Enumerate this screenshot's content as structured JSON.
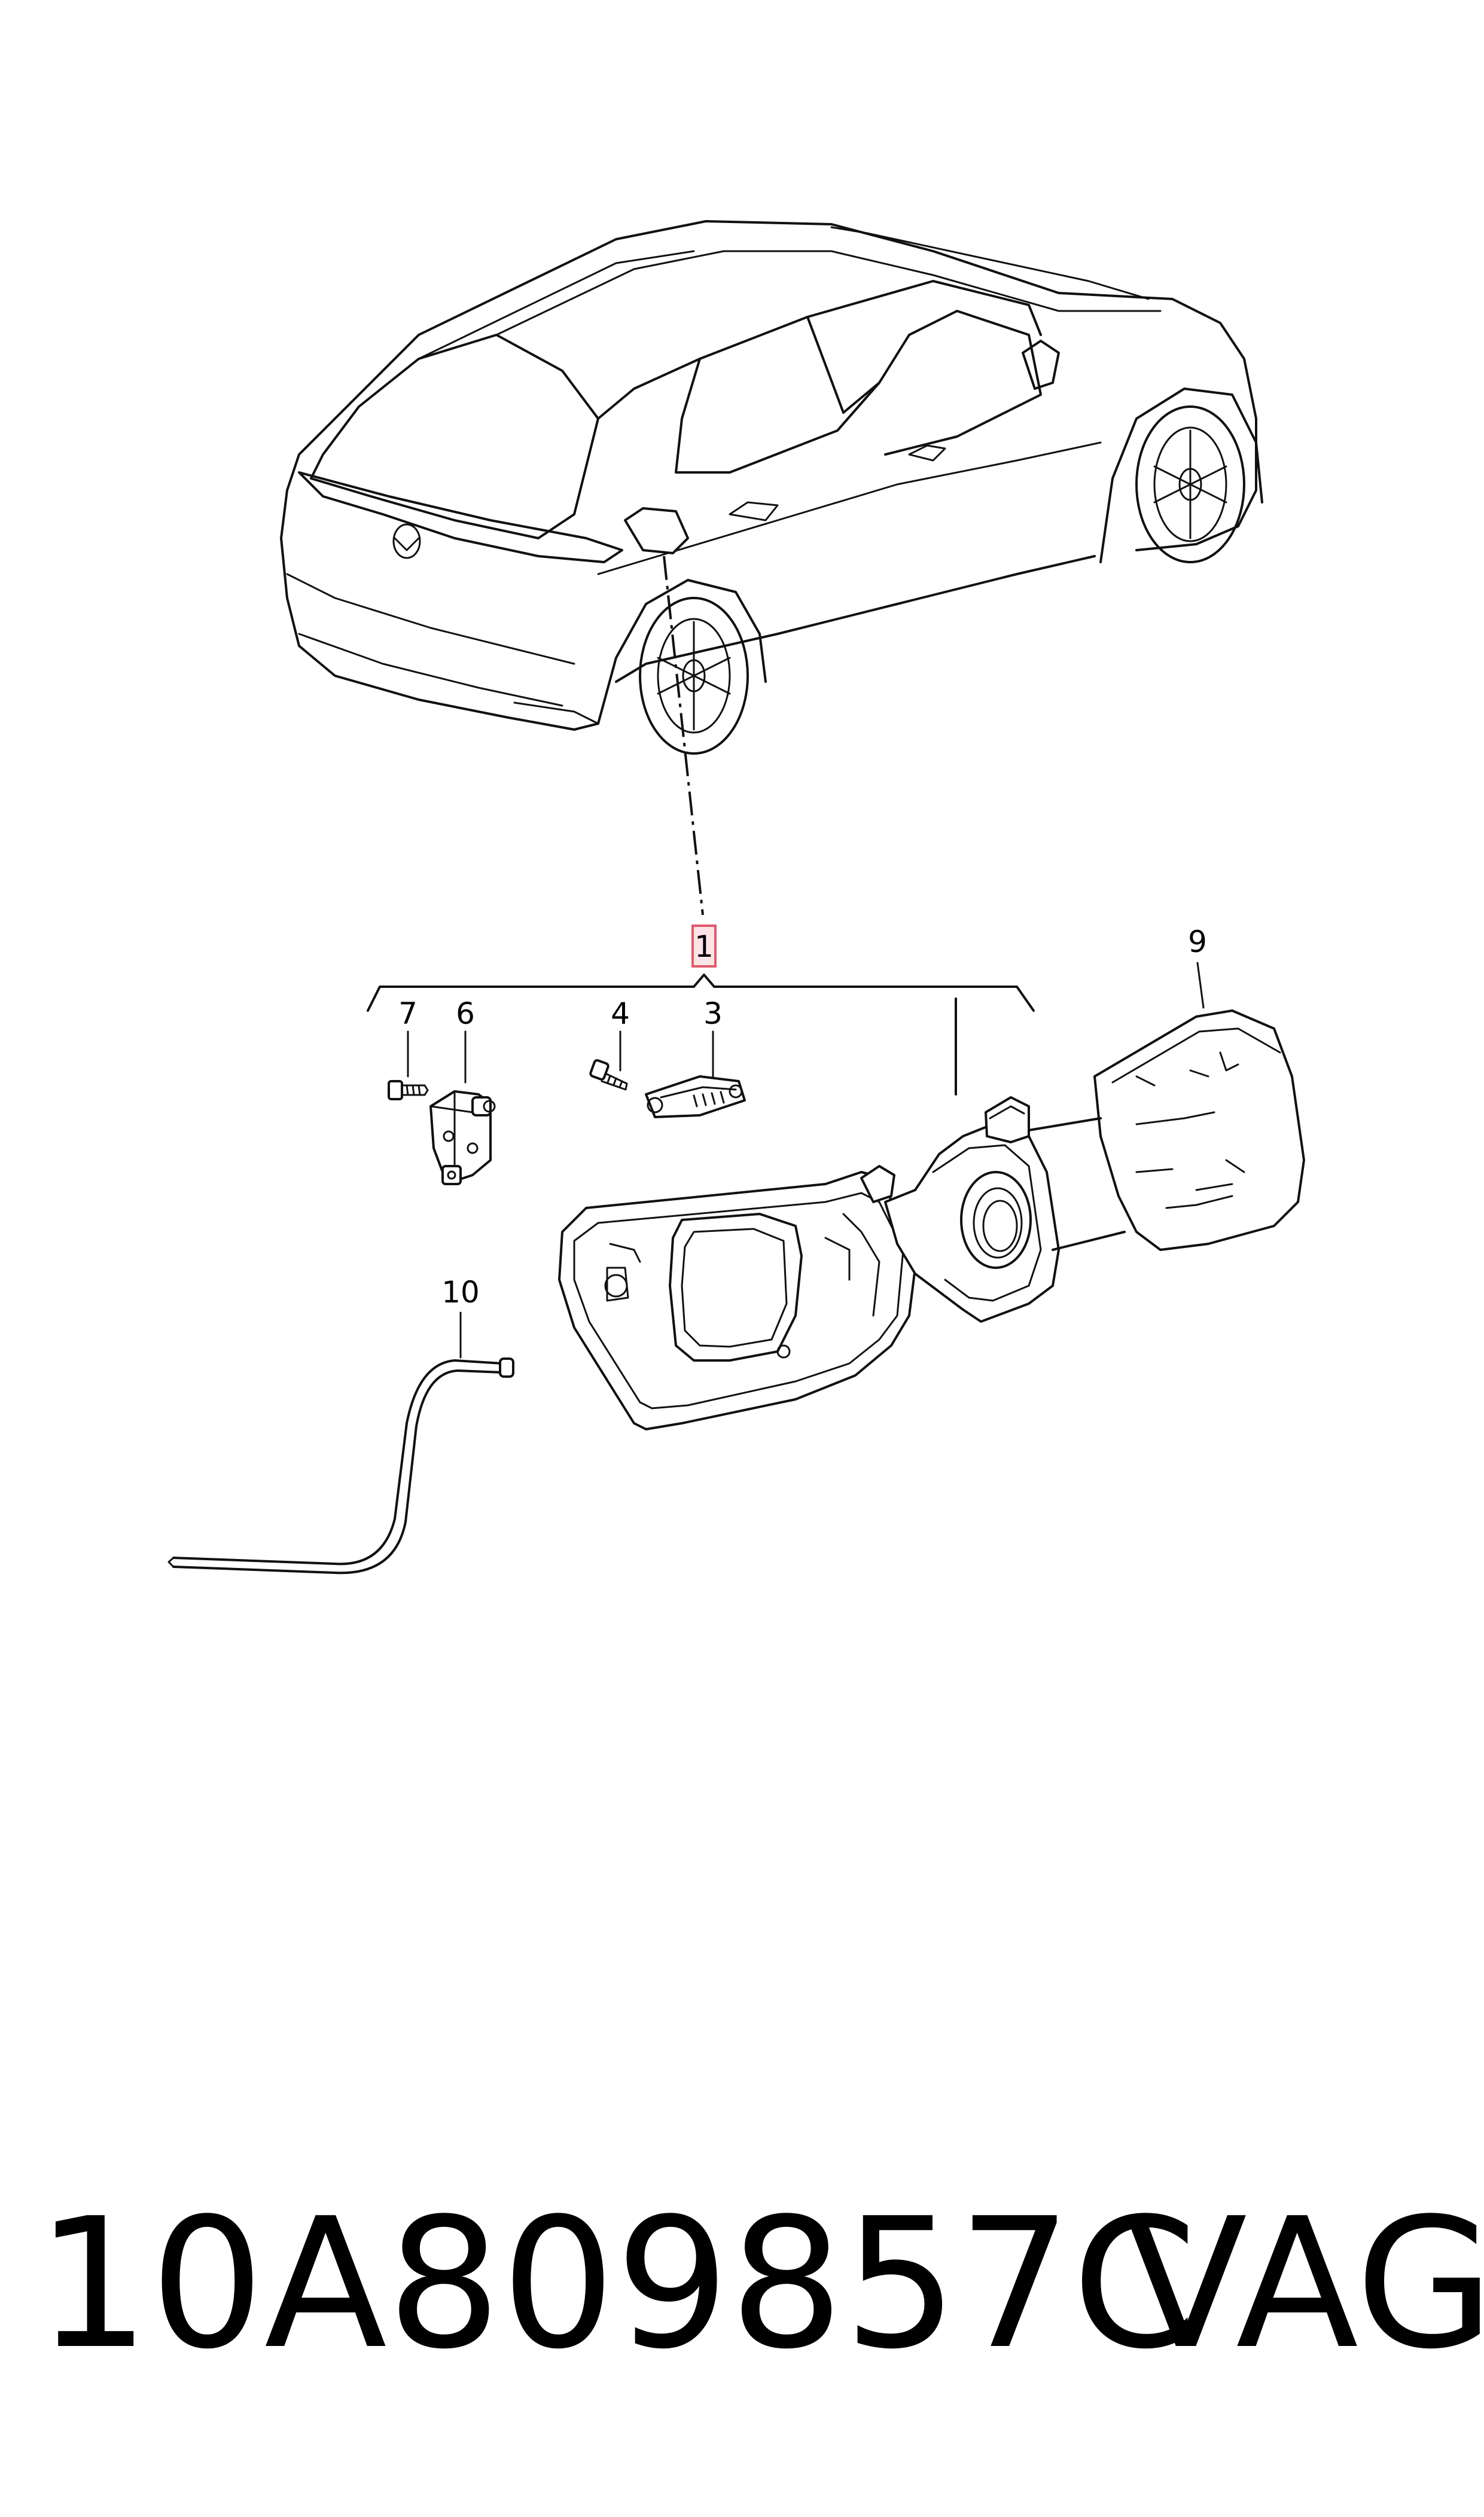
{
  "diagram": {
    "callouts": {
      "c1": "1",
      "c3": "3",
      "c4": "4",
      "c6": "6",
      "c7": "7",
      "c9": "9",
      "c10": "10"
    },
    "highlight_color": "#e05a6a"
  },
  "footer": {
    "part_number": "10A809857C",
    "brand": "VAG"
  }
}
